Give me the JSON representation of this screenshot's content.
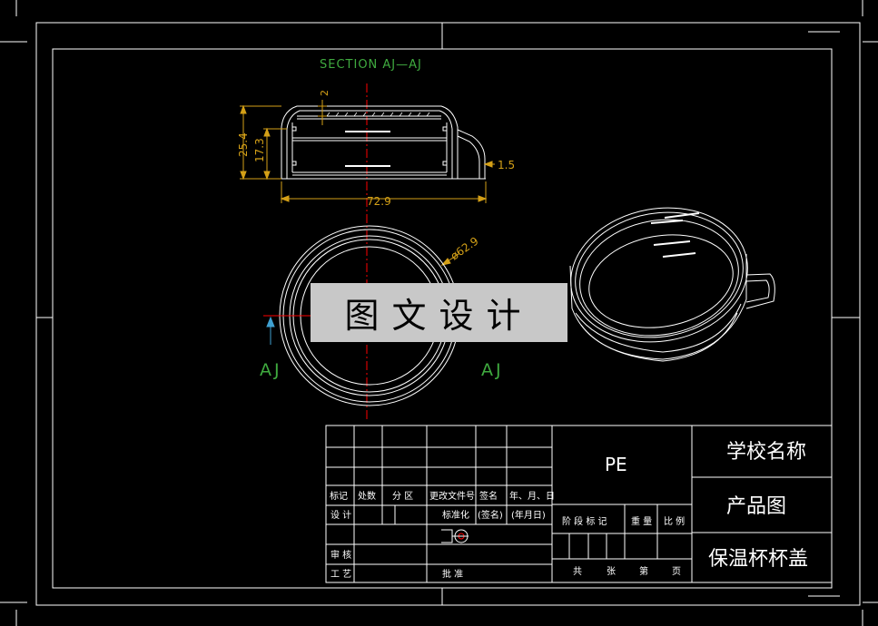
{
  "drawing": {
    "section_title": "SECTION AJ—AJ",
    "section_marker_left": "AJ",
    "section_marker_right": "AJ",
    "dimensions": {
      "wall_top": "2",
      "total_height": "25.4",
      "inner_height": "17.3",
      "handle_thickness": "1.5",
      "width": "72.9",
      "diameter": "ø62.9"
    }
  },
  "watermark": "图文设计",
  "title_block": {
    "material": "PE",
    "school_name": "学校名称",
    "drawing_type": "产品图",
    "part_name": "保温杯杯盖",
    "rev_headers": [
      "标记",
      "处数",
      "分 区",
      "更改文件号",
      "签名",
      "年、月、日"
    ],
    "design_label": "设 计",
    "standardize_label": "标准化",
    "sign_label": "(签名)",
    "date_label": "(年月日)",
    "review_label": "审 核",
    "process_label": "工 艺",
    "approve_label": "批 准",
    "stage_label": "阶 段 标 记",
    "weight_label": "重 量",
    "scale_label": "比 例",
    "total_label": "共",
    "sheets_label": "张",
    "page_label": "第",
    "page_suffix_label": "页"
  },
  "colors": {
    "line": "#ffffff",
    "center_line": "#ff0000",
    "dimension": "#d4a017",
    "section_text": "#3faa3f",
    "overlay_bg": "#c8c8c8"
  }
}
